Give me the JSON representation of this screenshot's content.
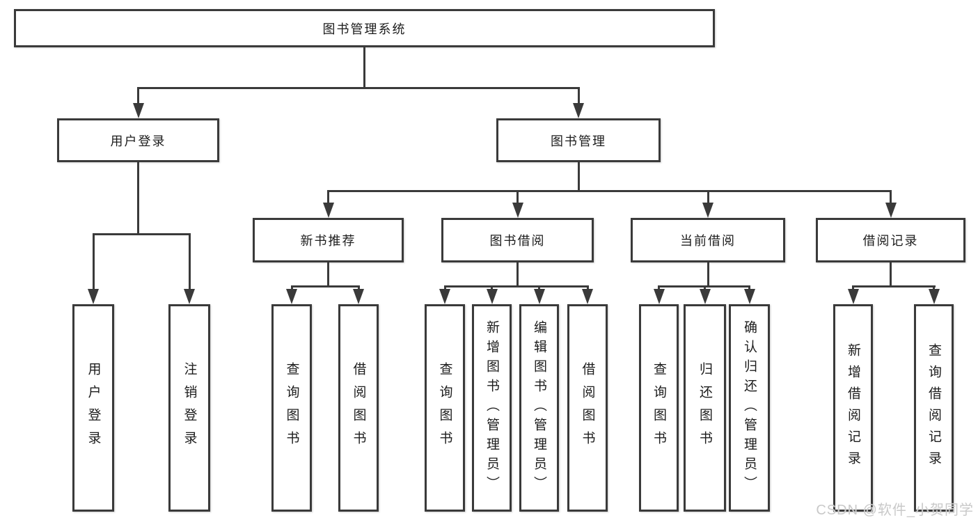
{
  "tree": {
    "root": "图书管理系统",
    "level2": [
      "用户登录",
      "图书管理"
    ],
    "modules": [
      "新书推荐",
      "图书借阅",
      "当前借阅",
      "借阅记录"
    ],
    "leaves": {
      "user": [
        "用户登录",
        "注销登录"
      ],
      "recommend": [
        "查询图书",
        "借阅图书"
      ],
      "borrow": [
        "查询图书",
        "新增图书（管理员）",
        "编辑图书（管理员）",
        "借阅图书"
      ],
      "current": [
        "查询图书",
        "归还图书",
        "确认归还（管理员）"
      ],
      "records": [
        "新增借阅记录",
        "查询借阅记录"
      ]
    }
  },
  "watermark": "CSDN @软件_小贺同学",
  "colors": {
    "line": "#3a3a3a",
    "text": "#1c1c1c",
    "background": "#ffffff",
    "watermark": "#c9c9c9"
  }
}
